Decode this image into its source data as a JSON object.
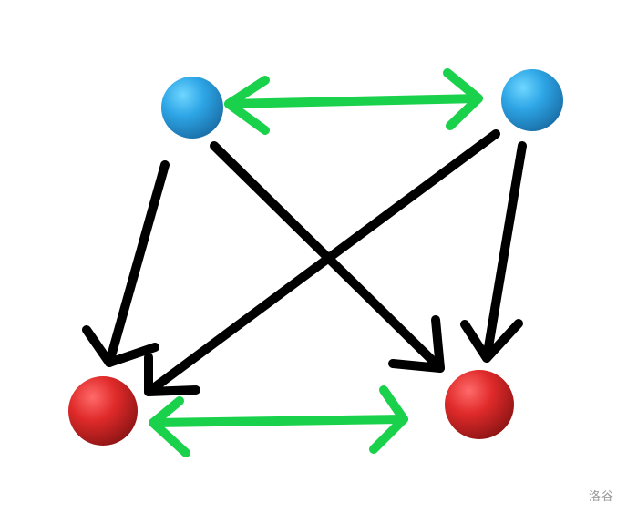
{
  "watermark": {
    "text": "洛谷"
  },
  "diagram": {
    "nodes": [
      {
        "id": "top-left",
        "color": "blue"
      },
      {
        "id": "top-right",
        "color": "blue"
      },
      {
        "id": "bottom-left",
        "color": "red"
      },
      {
        "id": "bottom-right",
        "color": "red"
      }
    ],
    "edges": [
      {
        "from": "top-left",
        "to": "top-right",
        "kind": "bidirectional",
        "color": "#19d14b"
      },
      {
        "from": "bottom-left",
        "to": "bottom-right",
        "kind": "bidirectional",
        "color": "#19d14b"
      },
      {
        "from": "top-left",
        "to": "bottom-left",
        "kind": "directed",
        "color": "#000000"
      },
      {
        "from": "top-left",
        "to": "bottom-right",
        "kind": "directed",
        "color": "#000000"
      },
      {
        "from": "top-right",
        "to": "bottom-left",
        "kind": "directed",
        "color": "#000000"
      },
      {
        "from": "top-right",
        "to": "bottom-right",
        "kind": "directed",
        "color": "#000000"
      }
    ],
    "colors": {
      "blue_node": "#2ea6e6",
      "red_node": "#e02a2a",
      "green_arrow": "#19d14b",
      "black_arrow": "#000000"
    }
  }
}
